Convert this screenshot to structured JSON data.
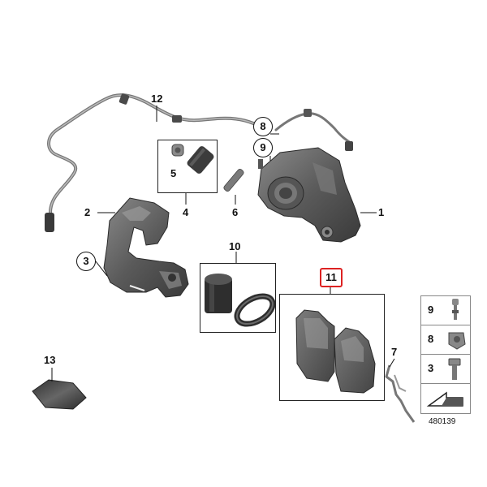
{
  "labels": {
    "l1": "1",
    "l2": "2",
    "l3": "3",
    "l4": "4",
    "l5": "5",
    "l6": "6",
    "l7": "7",
    "l8": "8",
    "l9": "9",
    "l10": "10",
    "l11": "11",
    "l12": "12",
    "l13": "13"
  },
  "legend": {
    "row1": "9",
    "row2": "8",
    "row3": "3"
  },
  "diagram_id": "480139",
  "colors": {
    "part_dark": "#4a4a4a",
    "part_mid": "#6e6e6e",
    "part_light": "#9a9a9a",
    "highlight": "#dd2222"
  }
}
